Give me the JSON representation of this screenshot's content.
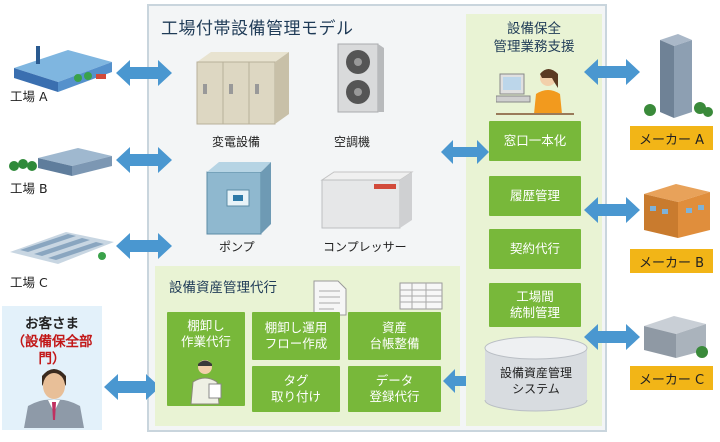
{
  "title": "工場付帯設備管理モデル",
  "equipment": {
    "transformer": "変電設備",
    "aircon": "空調機",
    "pump": "ポンプ",
    "compressor": "コンプレッサー"
  },
  "factories": [
    "工場 A",
    "工場 B",
    "工場 C"
  ],
  "customer": {
    "line1": "お客さま",
    "line2": "（設備保全部門）"
  },
  "outsourcing": {
    "title": "設備資産管理代行",
    "items": [
      "棚卸し\n作業代行",
      "棚卸し運用\nフロー作成",
      "資産\n台帳整備",
      "タグ\n取り付け",
      "データ\n登録代行"
    ]
  },
  "support": {
    "title": "設備保全\n管理業務支援",
    "items": [
      "窓口一本化",
      "履歴管理",
      "契約代行",
      "工場間\n統制管理"
    ],
    "system": "設備資産管理\nシステム"
  },
  "makers": [
    "メーカー A",
    "メーカー B",
    "メーカー C"
  ],
  "colors": {
    "arrow": "#4a97d0",
    "green": "#78b83a",
    "panel": "#e9f3d4",
    "maker": "#f2b517",
    "frame": "#c9d5dd"
  }
}
